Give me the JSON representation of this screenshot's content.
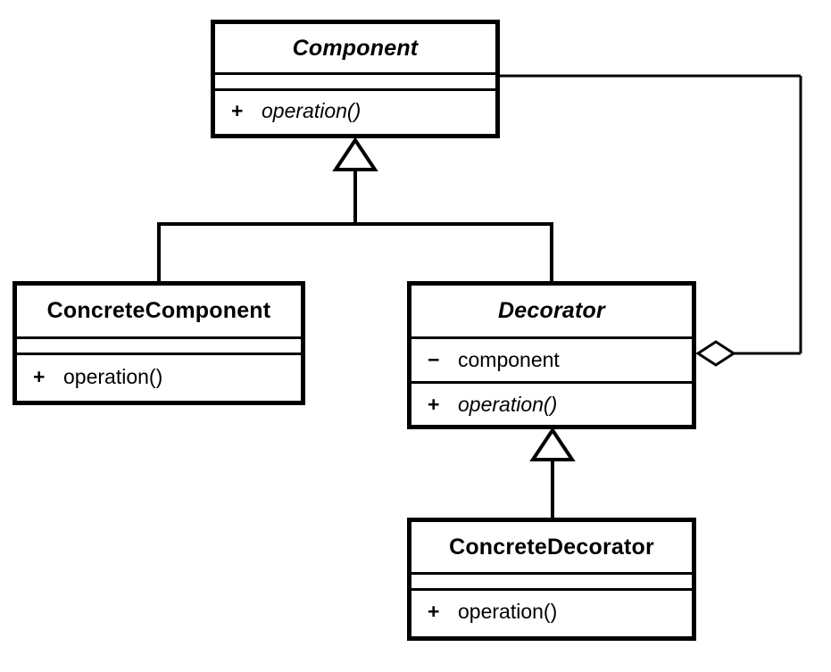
{
  "diagram": {
    "type": "uml-class-diagram",
    "pattern_name": "Decorator",
    "background_color": "#ffffff",
    "line_color": "#000000"
  },
  "classes": {
    "component": {
      "name": "Component",
      "abstract": true,
      "attributes": [],
      "operations": [
        {
          "visibility": "+",
          "name": "operation()",
          "abstract": true
        }
      ]
    },
    "concrete_component": {
      "name": "ConcreteComponent",
      "abstract": false,
      "attributes": [],
      "operations": [
        {
          "visibility": "+",
          "name": "operation()",
          "abstract": false
        }
      ]
    },
    "decorator": {
      "name": "Decorator",
      "abstract": true,
      "attributes": [
        {
          "visibility": "−",
          "name": "component",
          "abstract": false
        }
      ],
      "operations": [
        {
          "visibility": "+",
          "name": "operation()",
          "abstract": true
        }
      ]
    },
    "concrete_decorator": {
      "name": "ConcreteDecorator",
      "abstract": false,
      "attributes": [],
      "operations": [
        {
          "visibility": "+",
          "name": "operation()",
          "abstract": false
        }
      ]
    }
  },
  "relationships": [
    {
      "id": "inheritance-concretecomponent-component",
      "kind": "generalization",
      "source": "ConcreteComponent",
      "target": "Component",
      "arrow": "hollow-triangle"
    },
    {
      "id": "inheritance-decorator-component",
      "kind": "generalization",
      "source": "Decorator",
      "target": "Component",
      "arrow": "hollow-triangle"
    },
    {
      "id": "inheritance-concretedecorator-decorator",
      "kind": "generalization",
      "source": "ConcreteDecorator",
      "target": "Decorator",
      "arrow": "hollow-triangle"
    },
    {
      "id": "aggregation-decorator-component",
      "kind": "aggregation",
      "source": "Decorator",
      "target": "Component",
      "arrow": "hollow-diamond"
    }
  ]
}
